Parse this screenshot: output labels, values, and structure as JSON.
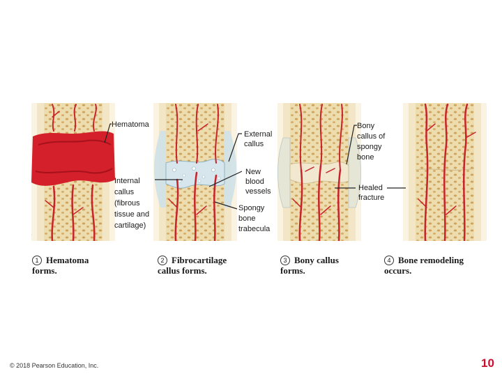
{
  "labels": {
    "hematoma": "Hematoma",
    "external_callus": "External\ncallus",
    "internal_callus": "Internal\ncallus\n(fibrous\ntissue and\ncartilage)",
    "new_blood_vessels": "New\nblood\nvessels",
    "spongy_bone_trabecula": "Spongy\nbone\ntrabecula",
    "bony_callus": "Bony\ncallus of\nspongy\nbone",
    "healed_fracture": "Healed\nfracture"
  },
  "steps": [
    {
      "num": "1",
      "text": "Hematoma",
      "text2": "forms."
    },
    {
      "num": "2",
      "text": "Fibrocartilage",
      "text2": "callus forms."
    },
    {
      "num": "3",
      "text": "Bony callus",
      "text2": "forms."
    },
    {
      "num": "4",
      "text": "Bone remodeling",
      "text2": "occurs."
    }
  ],
  "footer": "© 2018 Pearson Education, Inc.",
  "page_number": "10",
  "colors": {
    "bone": "#ecdcae",
    "pore": "#cfa35c",
    "vessel": "#c8232b",
    "hematoma": "#d4202a",
    "callus": "#cfe1e8",
    "page_number": "#c8102e"
  }
}
